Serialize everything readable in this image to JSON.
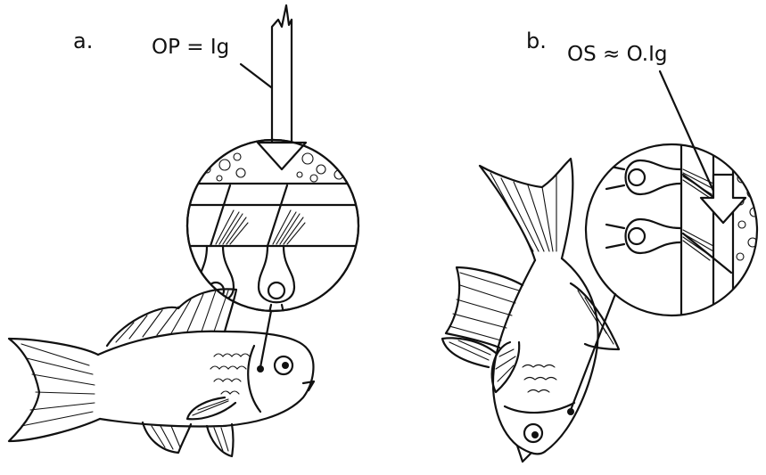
{
  "panel_a": {
    "label": "a.",
    "annotation": "OP = Ig"
  },
  "panel_b": {
    "label": "b.",
    "annotation": "OS ≈ O.Ig"
  }
}
